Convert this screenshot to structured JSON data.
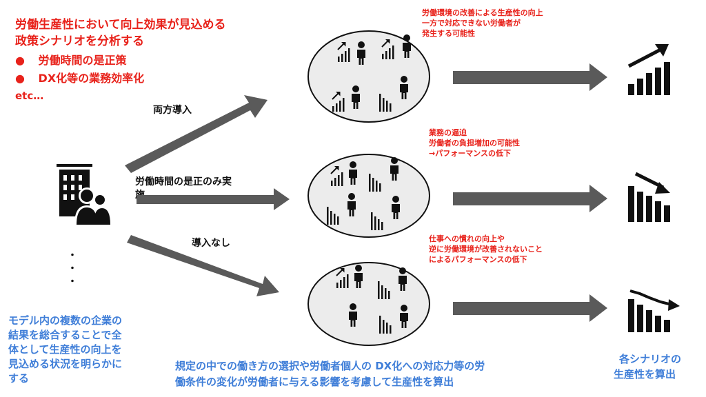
{
  "intro": {
    "title_line1": "労働生産性において向上効果が見込める",
    "title_line2": "政策シナリオを分析する",
    "bullets": [
      "労働時間の是正策",
      "DX化等の業務効率化"
    ],
    "etc": "etc…"
  },
  "scenarios": [
    {
      "label": "両方導入",
      "note": [
        "労働環境の改善による生産性の向上",
        "一方で対応できない労働者が",
        "発生する可能性"
      ],
      "trend": "up"
    },
    {
      "label": "労働時間の是正のみ実施",
      "label_lines": [
        "労働時間の是正のみ実",
        "施"
      ],
      "note": [
        "業務の逼迫",
        "労働者の負担増加の可能性",
        "→パフォーマンスの低下"
      ],
      "trend": "slight-down"
    },
    {
      "label": "導入なし",
      "note": [
        "仕事への慣れの向上や",
        "逆に労働環境が改善されないこと",
        "によるパフォーマンスの低下"
      ],
      "trend": "down"
    }
  ],
  "ellipsis": "・\n・\n・",
  "left_caption": [
    "モデル内の複数の企業の",
    "結果を総合することで全",
    "体として生産性の向上を",
    "見込める状況を明らかに",
    "する"
  ],
  "bottom_caption": [
    "規定の中での働き方の選択や労働者個人の DX化への対応力等の労",
    "働条件の変化が労働者に与える影響を考慮して生産性を算出"
  ],
  "right_caption": [
    "各シナリオの",
    "生産性を算出"
  ],
  "icons": [
    "company-building-icon",
    "worker-icon",
    "bar-up-icon",
    "bar-down-icon",
    "growth-chart-icon",
    "decline-chart-icon"
  ],
  "colors": {
    "note": "#e8221b",
    "caption": "#3f7ed8",
    "arrow": "#5a5a5a",
    "ellipse_fill": "#ececec"
  }
}
